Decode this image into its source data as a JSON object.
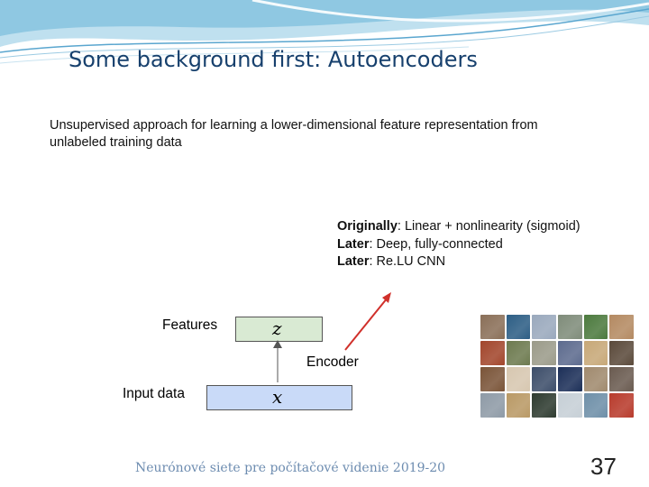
{
  "title": "Some background first: Autoencoders",
  "subtitle": "Unsupervised approach for learning a lower-dimensional feature representation from unlabeled training data",
  "notes": [
    {
      "key": "Originally",
      "text": ": Linear + nonlinearity (sigmoid)"
    },
    {
      "key": "Later",
      "text": ": Deep, fully-connected"
    },
    {
      "key": "Later",
      "text": ": Re.LU CNN"
    }
  ],
  "diagram": {
    "features_label": "Features",
    "input_label": "Input data",
    "encoder_label": "Encoder",
    "z_symbol": "z",
    "x_symbol": "x",
    "colors": {
      "features_box": "#d9ead3",
      "input_box": "#c9daf8",
      "arrow_red": "#d0302b"
    }
  },
  "image_grid": {
    "colors": [
      "#8a6f58",
      "#2d5e85",
      "#9aa9bd",
      "#7f8c7a",
      "#4c7a3e",
      "#b48a62",
      "#a2462c",
      "#6d7a4f",
      "#9b9b8a",
      "#5d6b8e",
      "#c7a878",
      "#5b4a3b",
      "#7a5438",
      "#d7c7b0",
      "#3d4e6a",
      "#1c2f58",
      "#a08a6e",
      "#6a5b50",
      "#8e9aa6",
      "#b99965",
      "#2e3b30",
      "#c6cfd6",
      "#6e8fa8",
      "#b83b2c"
    ]
  },
  "footer": "Neurónové siete pre počítačové videnie 2019-20",
  "page_number": "37"
}
